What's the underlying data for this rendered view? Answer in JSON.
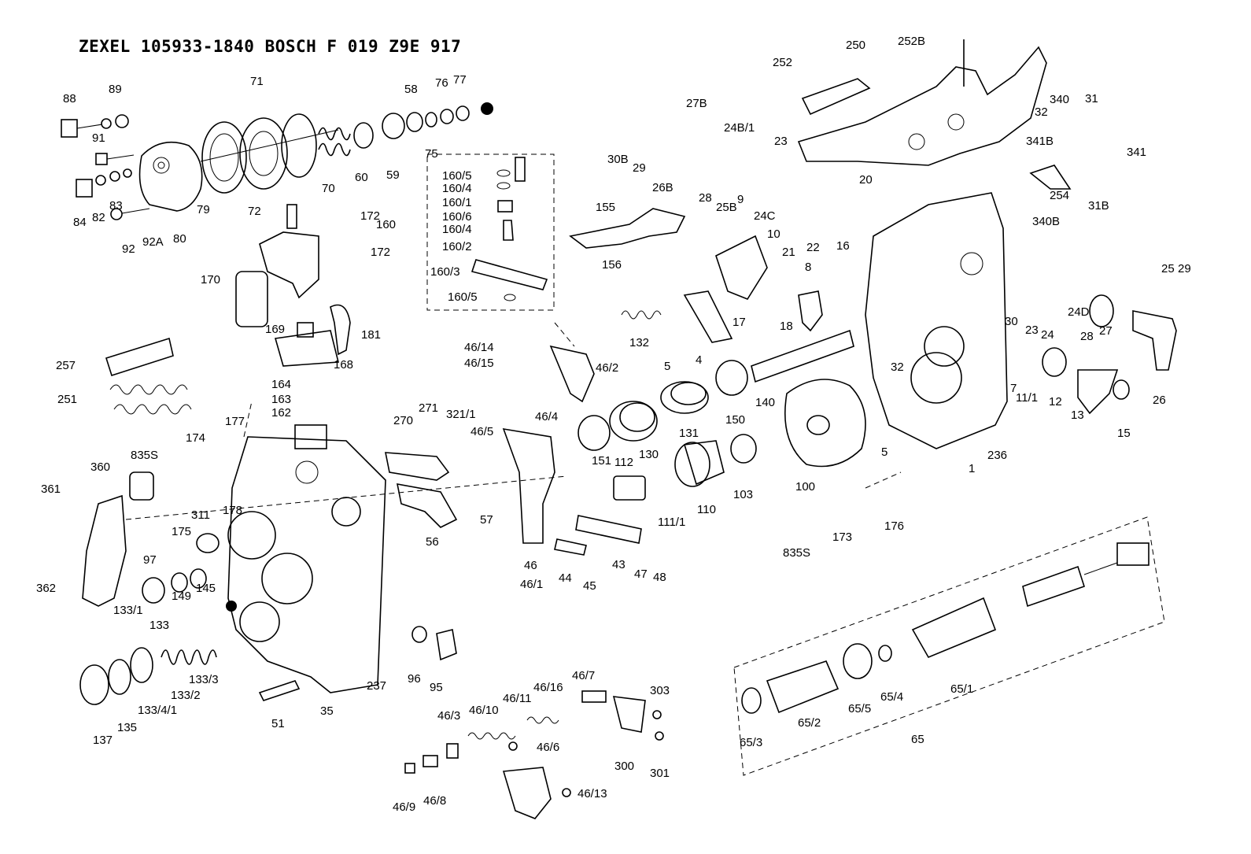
{
  "header": {
    "title": "ZEXEL  105933-1840  BOSCH  F 019 Z9E 917"
  },
  "labels": [
    "88",
    "89",
    "71",
    "58",
    "76",
    "77",
    "91",
    "84",
    "82",
    "83",
    "92",
    "92A",
    "79",
    "72",
    "70",
    "60",
    "59",
    "75",
    "80",
    "160/5",
    "160/4",
    "160/1",
    "160/6",
    "160/4",
    "160/2",
    "160/3",
    "160/5",
    "160",
    "172",
    "172",
    "170",
    "169",
    "181",
    "168",
    "257",
    "251",
    "164",
    "163",
    "162",
    "46/14",
    "46/15",
    "46/2",
    "46/4",
    "46/5",
    "270",
    "271",
    "321/1",
    "360",
    "835S",
    "174",
    "177",
    "361",
    "362",
    "175",
    "178",
    "311",
    "97",
    "149",
    "145",
    "56",
    "57",
    "46",
    "46/1",
    "44",
    "45",
    "43",
    "47",
    "48",
    "133/1",
    "133",
    "133/2",
    "133/3",
    "137",
    "135",
    "133/4/1",
    "51",
    "35",
    "237",
    "96",
    "95",
    "46/3",
    "46/10",
    "46/11",
    "46/16",
    "46/7",
    "303",
    "46/6",
    "300",
    "301",
    "46/9",
    "46/8",
    "46/13",
    "250",
    "252B",
    "252",
    "27B",
    "30B",
    "29",
    "26B",
    "24B/1",
    "23",
    "9",
    "28",
    "25B",
    "24C",
    "10",
    "21",
    "22",
    "20",
    "155",
    "156",
    "132",
    "5",
    "4",
    "8",
    "17",
    "18",
    "16",
    "32",
    "150",
    "140",
    "131",
    "130",
    "151",
    "112",
    "111/1",
    "110",
    "103",
    "100",
    "340",
    "32",
    "31",
    "341",
    "341B",
    "31B",
    "340B",
    "254",
    "25",
    "29",
    "30",
    "23",
    "24",
    "24D",
    "28",
    "27",
    "7",
    "11/1",
    "12",
    "13",
    "26",
    "15",
    "5",
    "1",
    "236",
    "835S",
    "173",
    "176",
    "65/1",
    "65/4",
    "65/5",
    "65/2",
    "65/3",
    "65"
  ],
  "icons": [
    "pump-housing-icon",
    "governor-cover-icon",
    "solenoid-valve-icon",
    "lever-assembly-icon",
    "spring-icon"
  ]
}
